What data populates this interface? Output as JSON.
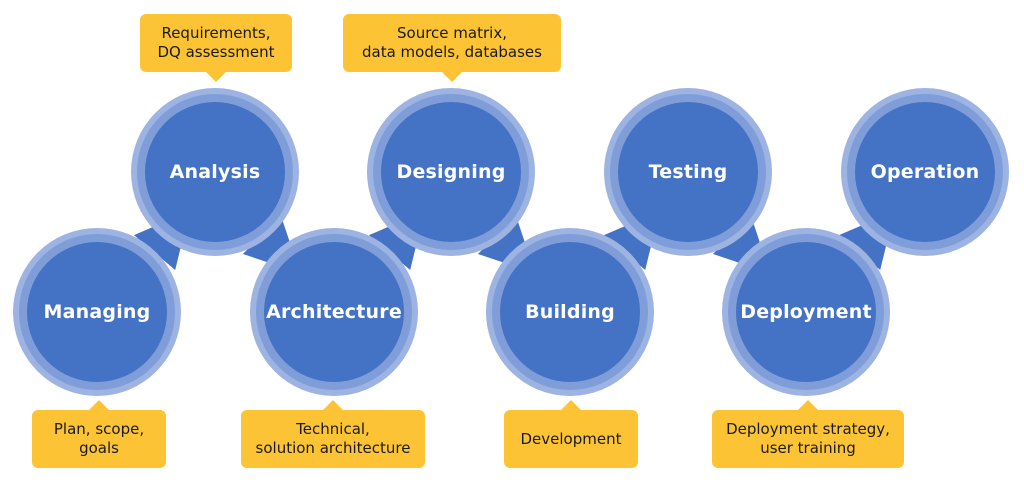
{
  "stages": [
    {
      "id": "managing",
      "label": "Managing"
    },
    {
      "id": "analysis",
      "label": "Analysis"
    },
    {
      "id": "architecture",
      "label": "Architecture"
    },
    {
      "id": "designing",
      "label": "Designing"
    },
    {
      "id": "building",
      "label": "Building"
    },
    {
      "id": "testing",
      "label": "Testing"
    },
    {
      "id": "deployment",
      "label": "Deployment"
    },
    {
      "id": "operation",
      "label": "Operation"
    }
  ],
  "notes": [
    {
      "id": "managing",
      "text": "Plan, scope,\ngoals"
    },
    {
      "id": "analysis",
      "text": "Requirements,\nDQ assessment"
    },
    {
      "id": "architecture",
      "text": "Technical,\nsolution architecture"
    },
    {
      "id": "designing",
      "text": "Source matrix,\ndata models, databases"
    },
    {
      "id": "building",
      "text": "Development"
    },
    {
      "id": "deployment",
      "text": "Deployment strategy,\nuser training"
    }
  ],
  "colors": {
    "circle_fill": "#4472c4",
    "circle_ring": "#9db3e2",
    "arrow": "#4472c4",
    "note_fill": "#fcc434"
  }
}
